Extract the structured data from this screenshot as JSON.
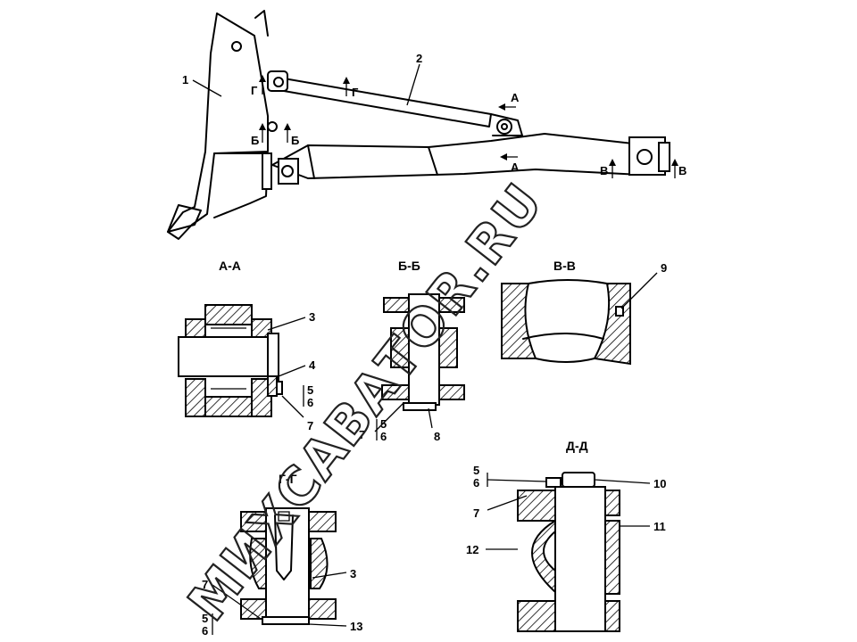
{
  "watermark": "МИХСАВАТОR.RU",
  "sections": {
    "aa": "А-А",
    "bb": "Б-Б",
    "vv": "В-В",
    "gg": "Г-Г",
    "dd": "Д-Д"
  },
  "cut_marks": {
    "g": "Г",
    "b": "Б",
    "a": "А",
    "v": "В"
  },
  "callouts": {
    "n1": "1",
    "n2": "2",
    "n3": "3",
    "n4": "4",
    "n5": "5",
    "n6": "6",
    "n7": "7",
    "n8": "8",
    "n9": "9",
    "n10": "10",
    "n11": "11",
    "n12": "12",
    "n13": "13"
  }
}
